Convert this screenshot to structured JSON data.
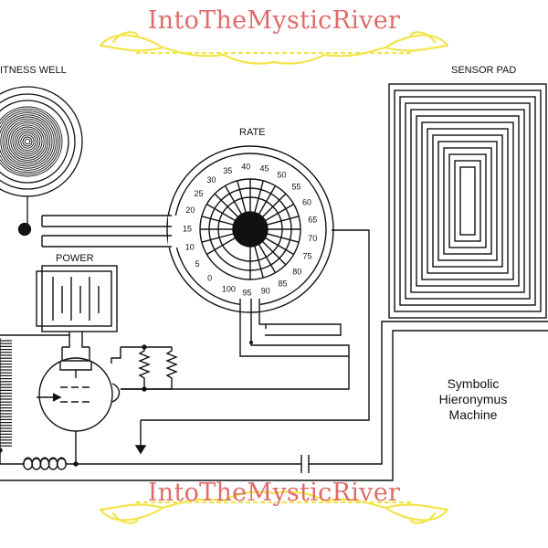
{
  "brand": {
    "text": "IntoTheMysticRiver",
    "color": "#e06b6b",
    "ornament_color": "#f2e44a"
  },
  "labels": {
    "witness_well": "ITNESS WELL",
    "sensor_pad": "SENSOR PAD",
    "rate": "RATE",
    "power": "POWER"
  },
  "caption_lines": [
    "Symbolic",
    "Hieronymus",
    "Machine"
  ],
  "dial": {
    "ticks": [
      "0",
      "5",
      "10",
      "15",
      "20",
      "25",
      "30",
      "35",
      "40",
      "45",
      "50",
      "55",
      "60",
      "65",
      "70",
      "75",
      "80",
      "85",
      "90",
      "95",
      "100"
    ]
  },
  "colors": {
    "ink": "#111111",
    "background": "#ffffff"
  }
}
